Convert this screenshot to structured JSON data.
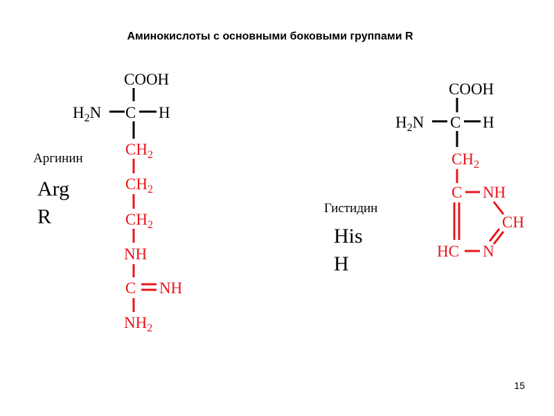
{
  "slide": {
    "title": "Аминокислоты с основными боковыми группами R",
    "page_number": "15"
  },
  "colors": {
    "backbone": "#000000",
    "side_chain": "#e8141b"
  },
  "arginine": {
    "name": "Аргинин",
    "abbr3": "Arg",
    "abbr1": "R",
    "atoms": {
      "carboxyl": "COOH",
      "alpha_c": "C",
      "amino_h": "H",
      "amino_n": "N",
      "amino_sub": "2",
      "h": "H",
      "ch1": "CH",
      "ch1_sub": "2",
      "ch2": "CH",
      "ch2_sub": "2",
      "ch3": "CH",
      "ch3_sub": "2",
      "nh": "NH",
      "guan_c": "C",
      "guan_nh": "NH",
      "nh2": "NH",
      "nh2_sub": "2"
    }
  },
  "histidine": {
    "name": "Гистидин",
    "abbr3": "His",
    "abbr1": "H",
    "atoms": {
      "carboxyl": "COOH",
      "alpha_c": "C",
      "amino_h": "H",
      "amino_n": "N",
      "amino_sub": "2",
      "h": "H",
      "ch2": "CH",
      "ch2_sub": "2",
      "ring_c": "C",
      "ring_nh": "NH",
      "ring_ch": "CH",
      "ring_hc": "HC",
      "ring_n": "N"
    }
  }
}
